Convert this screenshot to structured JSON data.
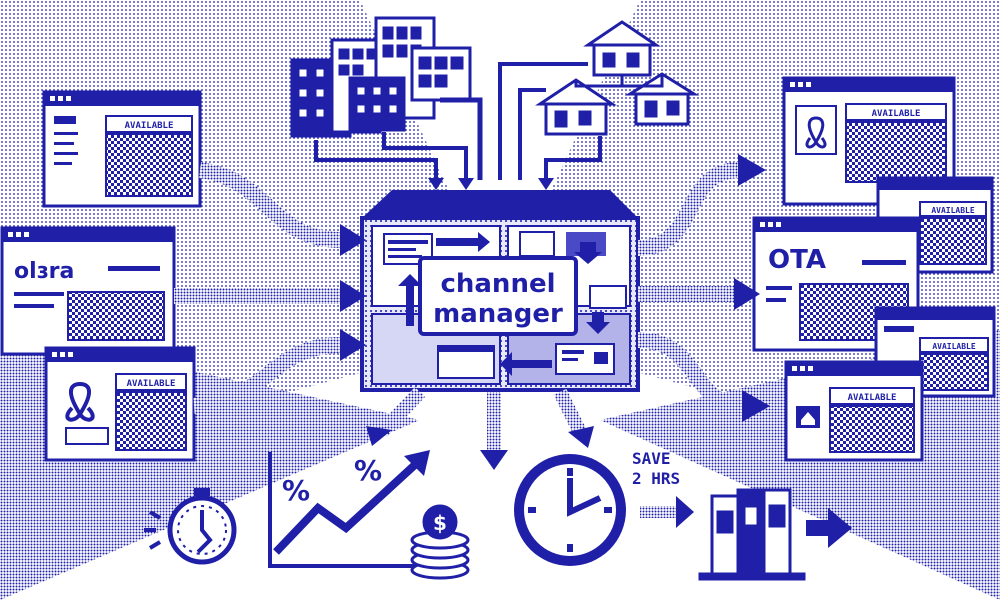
{
  "colors": {
    "ink": "#1f1fa8",
    "paper": "#ffffff",
    "mid": "#7a7ad8",
    "light": "#c9c9f2"
  },
  "hub": {
    "line1": "channel",
    "line2": "manager"
  },
  "left_cards": {
    "card1_label": "AVAILABLE",
    "card2_logo": "olɜra",
    "card3_label": "AVAILABLE"
  },
  "right_cards": {
    "card1_label": "AVAILABLE",
    "card2_label": "AVAILABLE",
    "ota_label": "OTA",
    "card4_label": "AVAILABLE",
    "card5_label": "AVAILABLE"
  },
  "chart": {
    "percent_symbol": "%",
    "coin_symbol": "$"
  },
  "savings": {
    "line1": "SAVE",
    "line2": "2 HRS"
  },
  "icons": [
    "apartment-buildings-icon",
    "house-icon",
    "calendar-card-icon",
    "airbnb-logo-icon",
    "arrow-icon",
    "stopwatch-icon",
    "growth-chart-icon",
    "coin-stack-icon",
    "clock-icon",
    "binders-icon"
  ]
}
